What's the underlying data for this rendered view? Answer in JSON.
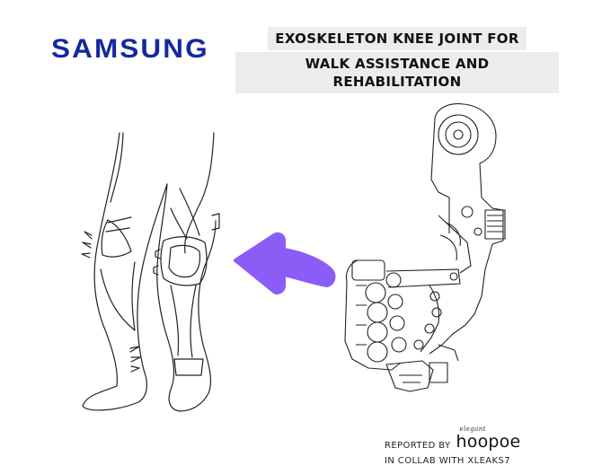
{
  "brand_logo": "SAMSUNG",
  "title": {
    "line1": "EXOSKELETON KNEE JOINT FOR",
    "line2": "WALK ASSISTANCE AND REHABILITATION"
  },
  "credit": {
    "reported_by": "REPORTED BY",
    "brand_small": "elegant",
    "brand_name": "hoopoe",
    "collab": "IN COLLAB WITH XLEAKS7"
  },
  "colors": {
    "logo": "#1428a0",
    "arrow": "#8b5cf6",
    "title_bg": "#ececec"
  }
}
